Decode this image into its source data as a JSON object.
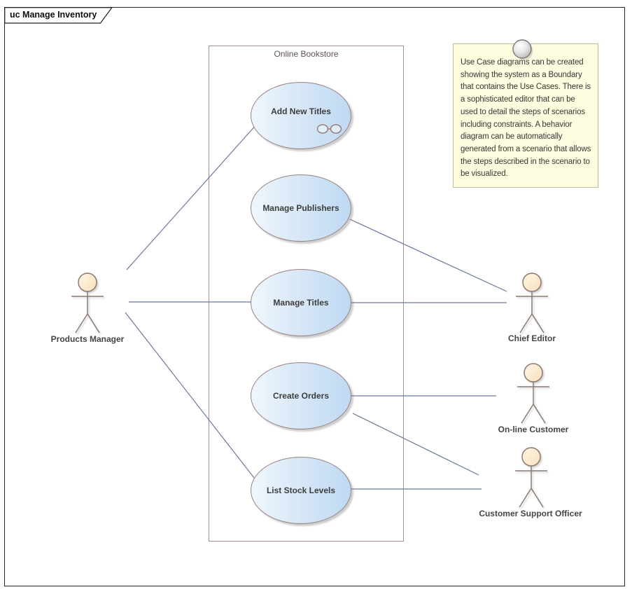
{
  "frame": {
    "label": "uc Manage Inventory"
  },
  "boundary": {
    "label": "Online Bookstore"
  },
  "usecases": [
    {
      "label": "Add New Titles",
      "has_scenario_icon": true
    },
    {
      "label": "Manage Publishers",
      "has_scenario_icon": false
    },
    {
      "label": "Manage Titles",
      "has_scenario_icon": false
    },
    {
      "label": "Create Orders",
      "has_scenario_icon": false
    },
    {
      "label": "List Stock Levels",
      "has_scenario_icon": false
    }
  ],
  "actors": [
    {
      "label": "Products Manager"
    },
    {
      "label": "Chief Editor"
    },
    {
      "label": "On-line Customer"
    },
    {
      "label": "Customer Support Officer"
    }
  ],
  "relationships": [
    {
      "from": "Products Manager",
      "to": "Add New Titles"
    },
    {
      "from": "Products Manager",
      "to": "Manage Titles"
    },
    {
      "from": "Products Manager",
      "to": "List Stock Levels"
    },
    {
      "from": "Manage Publishers",
      "to": "Chief Editor"
    },
    {
      "from": "Manage Titles",
      "to": "Chief Editor"
    },
    {
      "from": "Create Orders",
      "to": "On-line Customer"
    },
    {
      "from": "Create Orders",
      "to": "Customer Support Officer"
    },
    {
      "from": "List Stock Levels",
      "to": "Customer Support Officer"
    }
  ],
  "note": {
    "text": "Use Case diagrams can be created showing the system as a Boundary that contains the Use Cases. There is a sophisticated editor that can be used to detail the steps of scenarios including constraints. A behavior diagram can be automatically generated from a scenario that allows the steps described in the scenario to be visualized."
  },
  "colors": {
    "usecase_fill_start": "#F0F6FC",
    "usecase_fill_end": "#BED9F2",
    "usecase_border": "#9A8282",
    "boundary_border": "#A69090",
    "connector": "#69799D",
    "actor_stroke": "#8C7A70",
    "actor_head_fill": "#FBE7CA",
    "note_fill": "#FDFCDF",
    "note_border": "#BDBD95",
    "frame_border": "#262626"
  }
}
